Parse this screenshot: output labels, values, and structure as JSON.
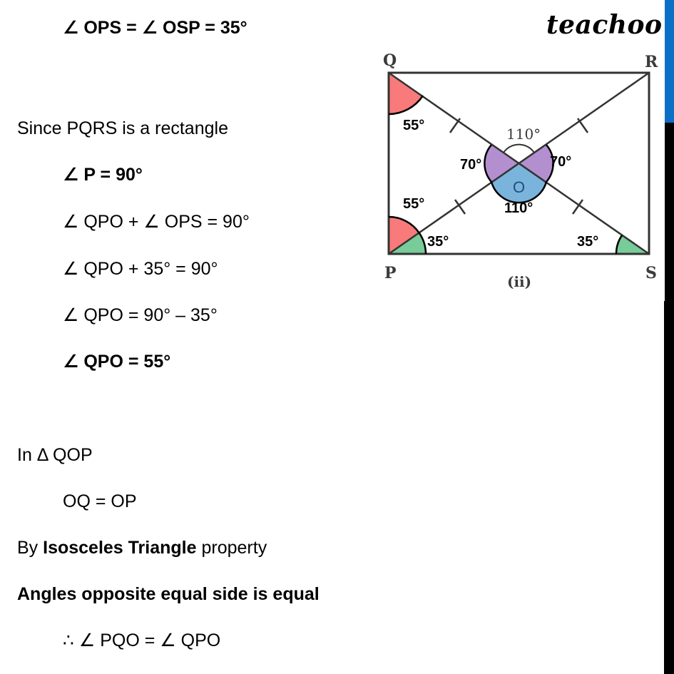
{
  "brand": {
    "logo_text": "teachoo",
    "accent_color": "#0b6fc6"
  },
  "content": {
    "lines": [
      {
        "text": "∠ OPS = ∠ OSP = 35°",
        "bold": true,
        "indent": true
      },
      {
        "text": "Since PQRS is a rectangle",
        "bold": false,
        "indent": false
      },
      {
        "text": "∠ P = 90°",
        "bold": true,
        "indent": true
      },
      {
        "text": "∠ QPO + ∠ OPS = 90°",
        "bold": false,
        "indent": true
      },
      {
        "text": "∠ QPO + 35° = 90°",
        "bold": false,
        "indent": true
      },
      {
        "text": "∠ QPO = 90° – 35°",
        "bold": false,
        "indent": true
      },
      {
        "text": "∠ QPO = 55°",
        "bold": true,
        "indent": true
      },
      {
        "text": "In Δ QOP",
        "bold": false,
        "indent": false
      },
      {
        "text": "OQ = OP",
        "bold": false,
        "indent": true
      },
      {
        "text_parts": [
          "By ",
          "Isosceles Triangle",
          " property"
        ],
        "bold": false,
        "indent": false
      },
      {
        "text": "Angles opposite equal side is equal",
        "bold": true,
        "indent": false
      },
      {
        "text": "∴ ∠ PQO = ∠ QPO",
        "bold": false,
        "indent": true
      }
    ]
  },
  "diagram": {
    "caption": "(ii)",
    "vertices": {
      "P": "P",
      "Q": "Q",
      "R": "R",
      "S": "S",
      "O": "O"
    },
    "angles": {
      "pqo": "55°",
      "qpo": "55°",
      "ops": "35°",
      "osp": "35°",
      "qor_top": "110°",
      "pos_bottom": "110°",
      "qop_left": "70°",
      "ros_right": "70°"
    },
    "colors": {
      "red_angle": "#f97a7a",
      "green_angle": "#77cc99",
      "purple_angle": "#b48fd0",
      "blue_angle": "#7ab4dc"
    }
  }
}
